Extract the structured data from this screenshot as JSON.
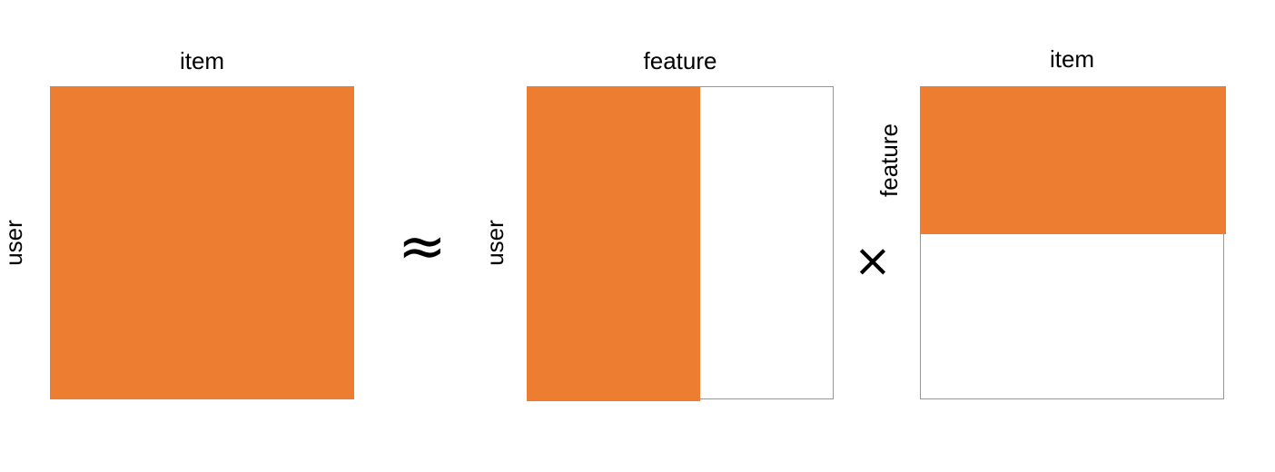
{
  "diagram": {
    "colors": {
      "orange": "#ED7D31"
    },
    "operators": {
      "approx_symbol": "≈",
      "times_symbol": "×"
    },
    "left_matrix": {
      "top_label": "item",
      "side_label": "user"
    },
    "middle_matrix": {
      "top_label": "feature",
      "side_label": "user"
    },
    "right_matrix": {
      "top_label": "item",
      "side_label": "feature"
    }
  }
}
